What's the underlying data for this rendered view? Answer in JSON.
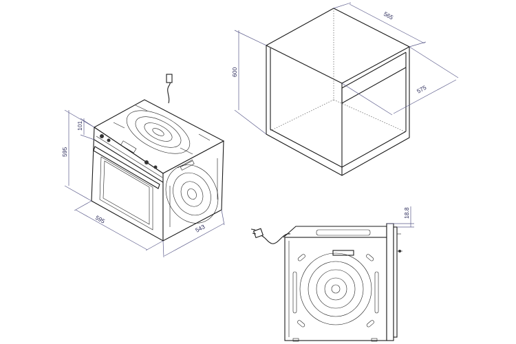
{
  "colors": {
    "line": "#1a1a1a",
    "dimension": "#5a5a8a",
    "background": "#ffffff"
  },
  "oven_iso": {
    "height_label": "595",
    "panel_label": "101",
    "width_label": "595",
    "depth_label": "543"
  },
  "cabinet": {
    "height_label": "600",
    "width_label": "565",
    "depth_label": "575"
  },
  "oven_side": {
    "door_label": "18.8"
  }
}
